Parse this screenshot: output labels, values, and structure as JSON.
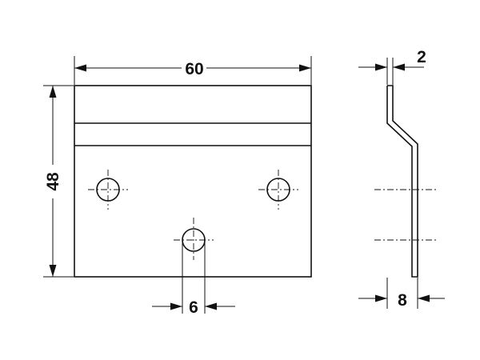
{
  "dimensions": {
    "width": "60",
    "height": "48",
    "hole_diameter": "6",
    "thickness": "2",
    "depth": "8"
  },
  "colors": {
    "line": "#111111",
    "background": "#ffffff"
  }
}
